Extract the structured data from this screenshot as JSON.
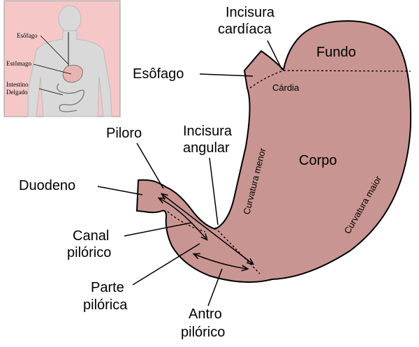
{
  "colors": {
    "organ_fill": "#c99592",
    "inset_bg": "#f5c7c7",
    "body_silhouette": "#d9d9d9",
    "outline": "#000000"
  },
  "inset": {
    "labels": {
      "esofago": "Esôfago",
      "estomago": "Estômago",
      "intestino_1": "Intestino",
      "intestino_2": "Delgado"
    }
  },
  "labels": {
    "incisura_cardiaca_1": "Incisura",
    "incisura_cardiaca_2": "cardíaca",
    "fundo": "Fundo",
    "esofago": "Esôfago",
    "cardia": "Cárdia",
    "piloro": "Piloro",
    "incisura_angular_1": "Incisura",
    "incisura_angular_2": "angular",
    "curvatura_menor": "Curvatura menor",
    "corpo": "Corpo",
    "curvatura_maior": "Curvatura maior",
    "duodeno": "Duodeno",
    "canal_piloric_1": "Canal",
    "canal_piloric_2": "pilórico",
    "parte_pilorica_1": "Parte",
    "parte_pilorica_2": "pilórica",
    "antro_piloric_1": "Antro",
    "antro_piloric_2": "pilórico"
  }
}
